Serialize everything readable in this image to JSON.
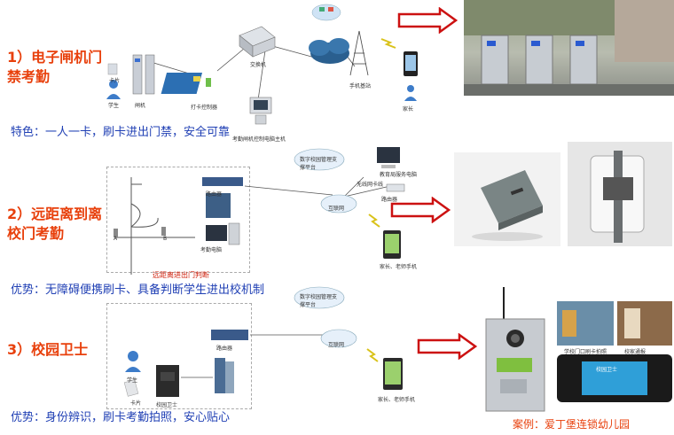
{
  "sections": [
    {
      "title_line1": "1）电子闸机门",
      "title_line2": "禁考勤",
      "feature": "特色：一人一卡，刷卡进出门禁，安全可靠",
      "labels": {
        "card": "卡片",
        "student": "学生",
        "gate": "闸机",
        "controller": "打卡控制器",
        "switch": "交换机",
        "host": "考勤闸机控制电脑主机",
        "station": "手机基站",
        "parent": "家长"
      }
    },
    {
      "title_line1": "2）远距离到离",
      "title_line2": "校门考勤",
      "feature": "优势：无障碍便携刷卡、具备判断学生进出校机制",
      "labels": {
        "cloud_platform": "数字校园管理支撑平台",
        "router": "路由器",
        "internet": "互联网",
        "school_pc": "教育局服务电脑",
        "wireless": "无线网卡线",
        "router2": "路由器",
        "monitor_pc": "考勤电脑",
        "phone": "家长、老师手机",
        "zone_label": "远距离进出门判断",
        "reader_a": "A",
        "reader_b": "B"
      }
    },
    {
      "title_line1": "3）校园卫士",
      "title_line2": "",
      "feature": "优势：身份辨识，刷卡考勤拍照，安心贴心",
      "labels": {
        "cloud_platform": "数字校园管理支撑平台",
        "router": "路由器",
        "internet": "互联网",
        "student": "学生",
        "card": "卡片",
        "guard": "校园卫士",
        "phone": "家长、老师手机",
        "screen_1": "学校门口刷卡拍照",
        "screen_2": "校家通报",
        "device_brand": "校园卫士"
      }
    }
  ],
  "case_label": "案例：爱丁堡连锁幼儿园",
  "colors": {
    "title": "#e8400c",
    "feature": "#1f3fb4",
    "arrow": "#cc1111"
  }
}
